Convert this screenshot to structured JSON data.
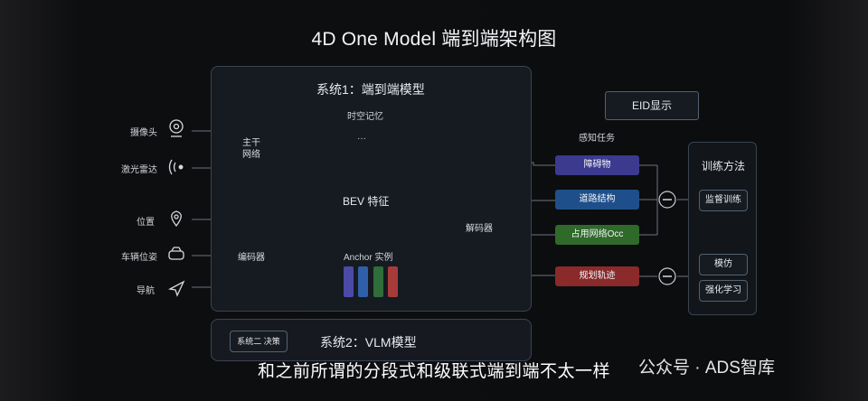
{
  "title": "4D One Model 端到端架构图",
  "system1_title": "系统1：端到端模型",
  "system2_title": "系统2：VLM模型",
  "system2_decision": "系统二 决策",
  "memory_label": "时空记忆",
  "memory_ellipsis": "···",
  "backbone_label": "主干\n网络",
  "encoder_label": "编码器",
  "bev_label": "BEV 特征",
  "anchor_label": "Anchor 实例",
  "decoder_label": "解码器",
  "inputs": [
    "摄像头",
    "激光雷达",
    "位置",
    "车辆位姿",
    "导航"
  ],
  "eid_label": "EID显示",
  "perception_label": "感知任务",
  "tasks": [
    {
      "label": "障碍物",
      "color": "#3b3a8e"
    },
    {
      "label": "道路结构",
      "color": "#1f4f8a"
    },
    {
      "label": "占用网络Occ",
      "color": "#2f6a2a"
    },
    {
      "label": "规划轨迹",
      "color": "#8a2a2a"
    }
  ],
  "training_title": "训练方法",
  "training_methods": [
    "监督训练",
    "模仿",
    "强化学习"
  ],
  "anchor_bar_colors": [
    "#4b4aa8",
    "#2f5fa8",
    "#2f6e3a",
    "#a83a3a"
  ],
  "subtitle": "和之前所谓的分段式和级联式端到端不太一样",
  "watermark": "公众号 · ADS智库"
}
